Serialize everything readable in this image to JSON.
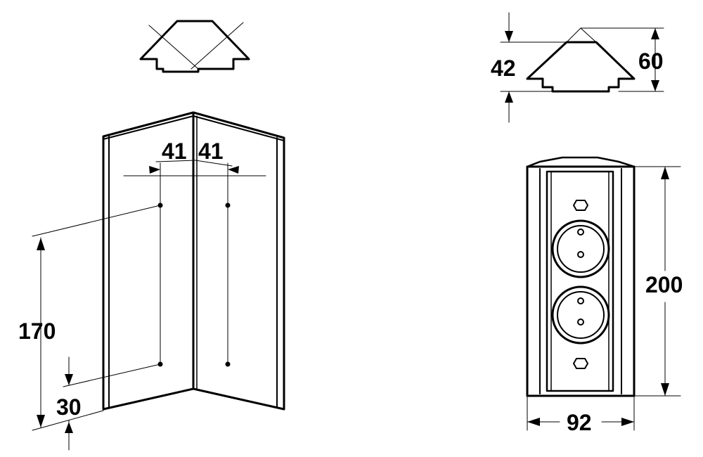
{
  "colors": {
    "ink": "#000000",
    "paper": "#ffffff"
  },
  "dimensions": {
    "left_depth": "41",
    "right_depth": "41",
    "hole_spacing": "170",
    "bottom_offset": "30",
    "inner_height": "42",
    "outer_height": "60",
    "unit_height": "200",
    "unit_width": "92"
  }
}
